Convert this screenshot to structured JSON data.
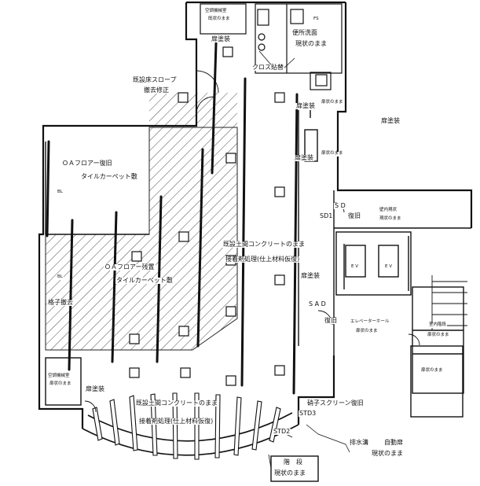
{
  "labels": {
    "top_room": "空調機械室",
    "top_room_note": "既状のまま",
    "toilet": "便所洗面",
    "toilet_note": "現状のまま",
    "fs": "FS",
    "door_paint_1": "扉塗装",
    "cross_1": "クロス貼替",
    "slope_1": "既設床スロープ",
    "slope_2": "撤去修正",
    "door_paint_2": "扉塗装",
    "door_paint_3": "扉塗装",
    "door_paint_4": "扉塗装",
    "door_note": "扉状のまま",
    "door_note_2": "扉状のまま",
    "oa_restore": "ＯＡフロアー復旧",
    "tile_1": "タイルカーペット敷",
    "bl_1": "BL",
    "concrete_1": "既設土間コンクリートのまま",
    "adhesive_1": "接着剤処理(仕上材料仮復)",
    "oa_remain": "ＯＡフロアー残置",
    "tile_2": "タイルカーペット敷",
    "bl_2": "BL",
    "lattice": "格子撤去",
    "sd": "S D",
    "sd1": "SD1",
    "restore_1": "復旧",
    "elev_note_1": "壁内現状",
    "elev_note_2": "現状のまま",
    "ev_1": "E V",
    "ev_2": "E V",
    "door_paint_5": "扉塗装",
    "sad": "S  A D",
    "restore_2": "復旧",
    "elevator_hall": "エレベーターホール",
    "elevator_hall_note": "扉状のまま",
    "stair_room": "室内階段",
    "stair_room_note": "扉状のまま",
    "right_room_note": "扉状のまま",
    "bottom_left_room": "空調機械室",
    "bottom_left_note": "扉状のまま",
    "door_paint_6": "扉塗装",
    "concrete_2": "既設土間コンクリートのまま",
    "adhesive_2": "接着剤処理(仕上材料仮復)",
    "screen": "硝子スクリーン復旧",
    "std3": "STD3",
    "std2": "STD2",
    "drain": "排水溝",
    "auto_door": "自動扉",
    "drain_note": "現状のまま",
    "stair": "階　段",
    "stair_note": "現状のまま"
  }
}
